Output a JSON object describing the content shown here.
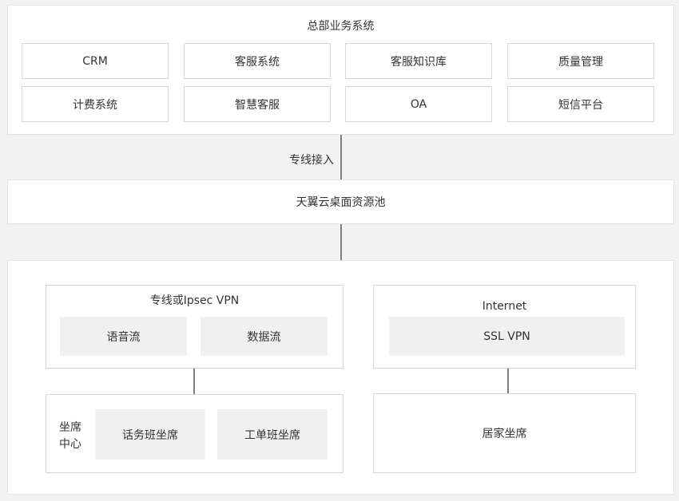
{
  "hq": {
    "title": "总部业务系统",
    "systems": [
      "CRM",
      "客服系统",
      "客服知识库",
      "质量管理",
      "计费系统",
      "智慧客服",
      "OA",
      "短信平台"
    ]
  },
  "link_hq_pool": "专线接入",
  "pool": {
    "title": "天翼云桌面资源池"
  },
  "vpn": {
    "title": "专线或Ipsec VPN",
    "streams": [
      "语音流",
      "数据流"
    ]
  },
  "internet": {
    "title": "Internet",
    "vpn": "SSL VPN"
  },
  "seat_center": {
    "label_line1": "坐席",
    "label_line2": "中心",
    "seats": [
      "话务班坐席",
      "工单班坐席"
    ]
  },
  "home_seat": "居家坐席",
  "colors": {
    "background": "#f2f2f2",
    "panel": "#ffffff",
    "border": "#d6d6d6",
    "grey_box": "#f0f0f0",
    "connector": "#7f7f7f"
  }
}
